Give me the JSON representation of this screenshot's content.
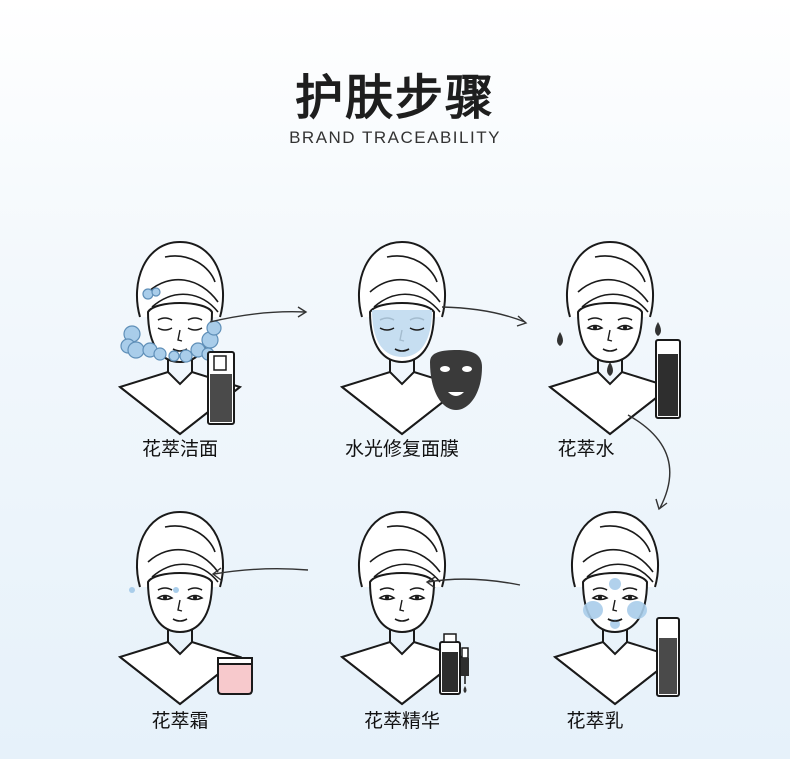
{
  "header": {
    "title": "护肤步骤",
    "subtitle": "BRAND TRACEABILITY"
  },
  "steps": [
    {
      "label": "花萃洁面"
    },
    {
      "label": "水光修复面膜"
    },
    {
      "label": "花萃水"
    },
    {
      "label": "花萃乳"
    },
    {
      "label": "花萃精华"
    },
    {
      "label": "花萃霜"
    }
  ],
  "colors": {
    "stroke": "#1a1a1a",
    "foam": "#a9cdea",
    "product_dark": "#3a3a3a",
    "cream_jar": "#f7c9cc"
  }
}
